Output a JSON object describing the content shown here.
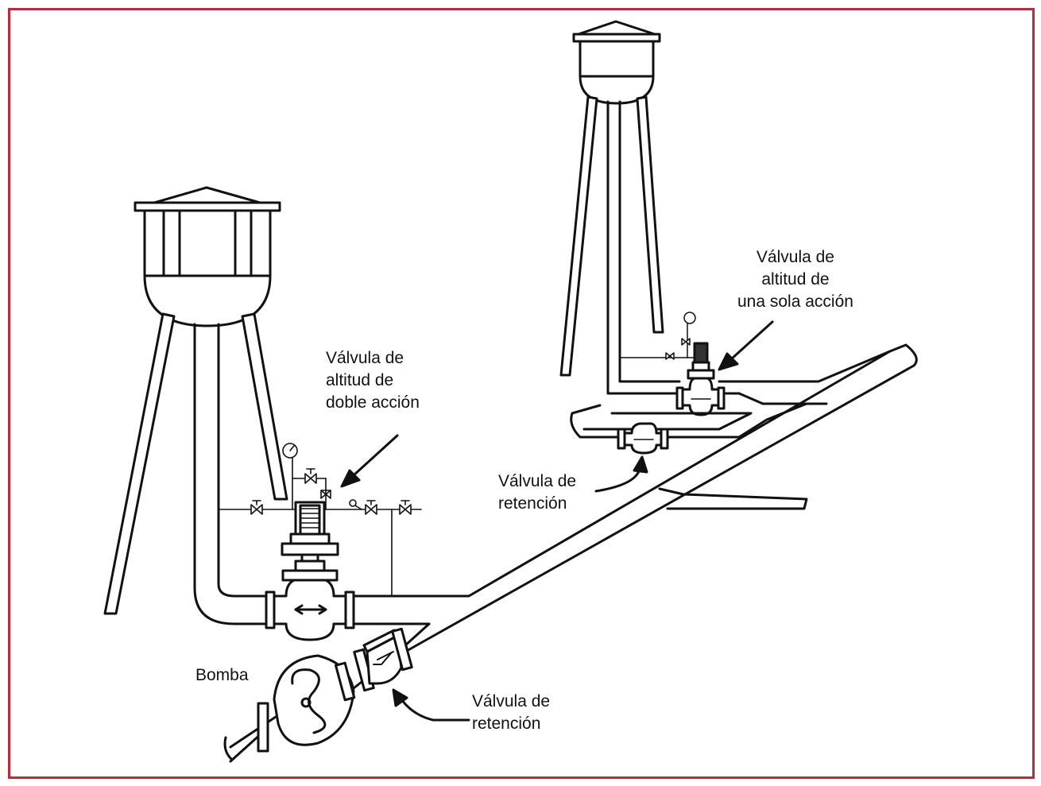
{
  "colors": {
    "frame": "#c0283b",
    "ink": "#111111"
  },
  "labels": {
    "double_action": [
      "Válvula de",
      "altitud de",
      "doble acción"
    ],
    "single_action": [
      "Válvula de",
      "altitud de",
      "una sola acción"
    ],
    "check_upper": [
      "Válvula de",
      "retención"
    ],
    "check_lower": [
      "Válvula de",
      "retención"
    ],
    "pump": "Bomba"
  }
}
